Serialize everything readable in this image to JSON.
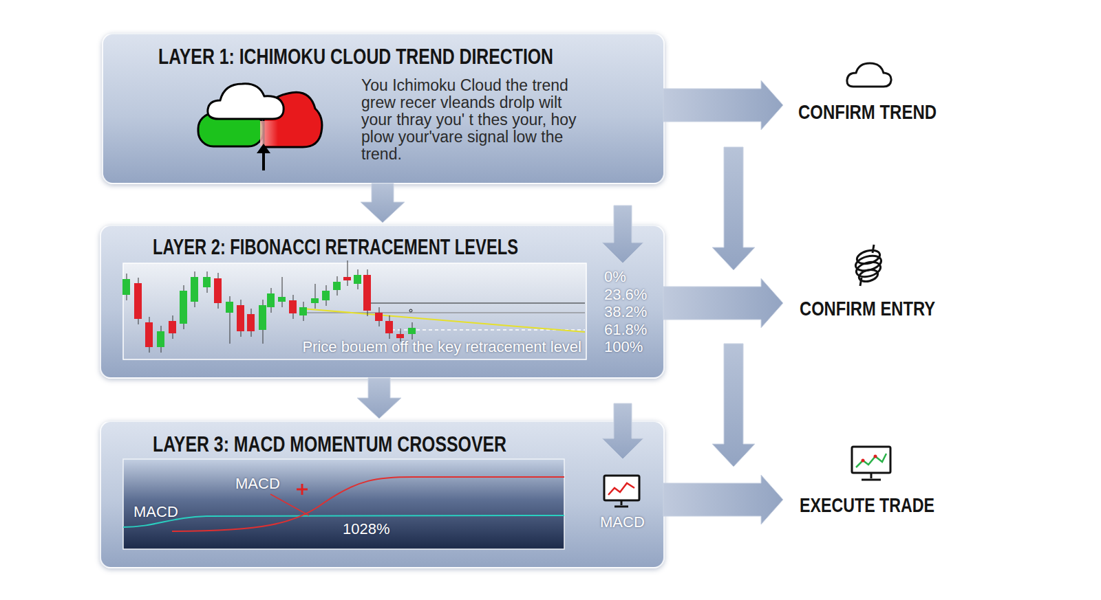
{
  "diagram": {
    "nodes": [
      {
        "text": [
          "LAYER 1: ICHIMOKU CLOUD TREND DIRECTION",
          "You Ichimoku Cloud the trend grew recer vleands drolp wilt your thray you' t thes your, hoy plow your'vare signal low the trend."
        ]
      },
      {
        "text": [
          "CONFIRM TREND"
        ]
      },
      {
        "text": [
          "LAYER 2: FIBONACCI RETRACEMENT LEVELS",
          "Price bouem off the key retracement level"
        ]
      },
      {
        "text": [
          "CONFIRM ENTRY"
        ]
      },
      {
        "text": [
          "LAYER 3: MACD MOMENTUM CROSSOVER"
        ]
      },
      {
        "text": [
          "EXECUTE TRADE"
        ]
      }
    ],
    "edges": [
      {
        "from": 0,
        "to": 2,
        "arrow": "to"
      },
      {
        "from": 0,
        "to": 2,
        "arrow": "to"
      },
      {
        "from": 0,
        "to": 1,
        "arrow": "to"
      },
      {
        "from": 1,
        "to": 3,
        "arrow": "to"
      },
      {
        "from": 2,
        "to": 4,
        "arrow": "to"
      },
      {
        "from": 2,
        "to": 4,
        "arrow": "to"
      },
      {
        "from": 2,
        "to": 3,
        "arrow": "to"
      },
      {
        "from": 3,
        "to": 5,
        "arrow": "to"
      },
      {
        "from": 4,
        "to": 5,
        "arrow": "to"
      }
    ],
    "labels": [
      "0%",
      "23.6%",
      "38.2%",
      "61.8%",
      "100%",
      "MACD",
      "MACD",
      "MACD",
      "1028%"
    ]
  }
}
